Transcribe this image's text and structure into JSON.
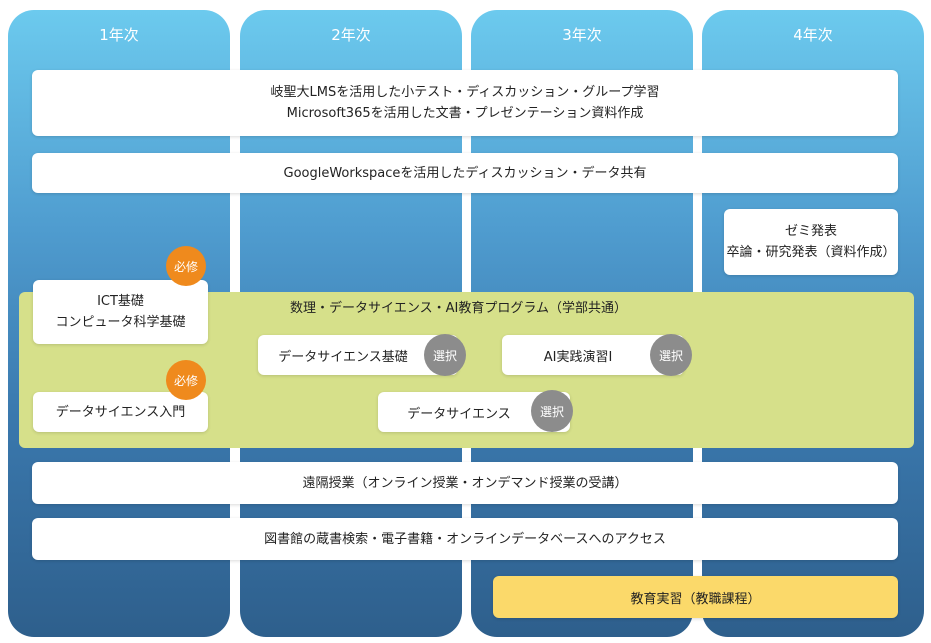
{
  "years": [
    "1年次",
    "2年次",
    "3年次",
    "4年次"
  ],
  "bars": {
    "lms_line1": "岐聖大LMSを活用した小テスト・ディスカッション・グループ学習",
    "lms_line2": "Microsoft365を活用した文書・プレゼンテーション資料作成",
    "google": "GoogleWorkspaceを活用したディスカッション・データ共有",
    "remote": "遠隔授業（オンライン授業・オンデマンド授業の受講）",
    "library": "図書館の蔵書検索・電子書籍・オンラインデータベースへのアクセス"
  },
  "seminar": {
    "line1": "ゼミ発表",
    "line2": "卒論・研究発表（資料作成）"
  },
  "ict": {
    "line1": "ICT基礎",
    "line2": "コンピュータ科学基礎"
  },
  "ds_intro": "データサイエンス入門",
  "badges": {
    "required": "必修",
    "elective": "選択"
  },
  "program": {
    "title": "数理・データサイエンス・AI教育プログラム（学部共通）",
    "ds_basic": "データサイエンス基礎",
    "ai_practice": "AI実践演習Ⅰ",
    "ds": "データサイエンス"
  },
  "practicum": "教育実習（教職課程）",
  "colors": {
    "column_top": "#6ccaee",
    "column_bottom": "#2e5f8c",
    "program_band": "#d6e08a",
    "required_badge": "#ef8a1d",
    "elective_badge": "#8c8c8c",
    "practicum_bar": "#fbd96a"
  }
}
